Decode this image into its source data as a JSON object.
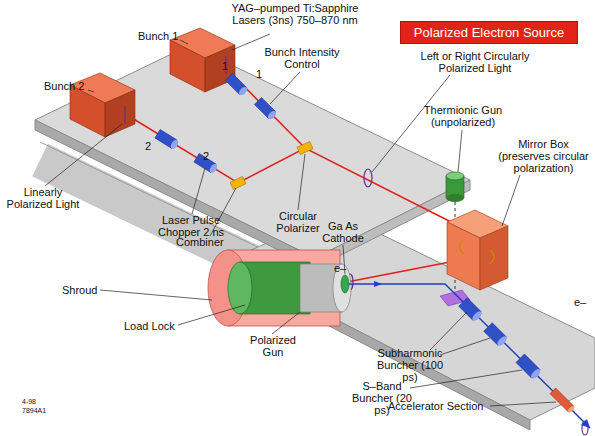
{
  "diagram": {
    "title": "Polarized Electron Source",
    "labels": [
      "YAG–pumped Ti:Sapphire Lasers (3ns) 750–870 nm",
      "Bunch 1",
      "Bunch 2",
      "1",
      "1",
      "Bunch Intensity Control",
      "Left or Right Circularly Polarized Light",
      "2",
      "2",
      "Thermionic Gun (unpolarized)",
      "Mirror Box (preserves circular polarization)",
      "Linearly Polarized Light",
      "Laser Pulse Chopper 2 ns",
      "Circular Polarizer",
      "Combiner",
      "Ga As Cathode",
      "e–",
      "Shroud",
      "Load Lock",
      "Polarized Gun",
      "Subharmonic Buncher (100 ps)",
      "S–Band Buncher (20 ps)",
      "Accelerator Section",
      "e–",
      "4-98",
      "7894A1"
    ]
  }
}
